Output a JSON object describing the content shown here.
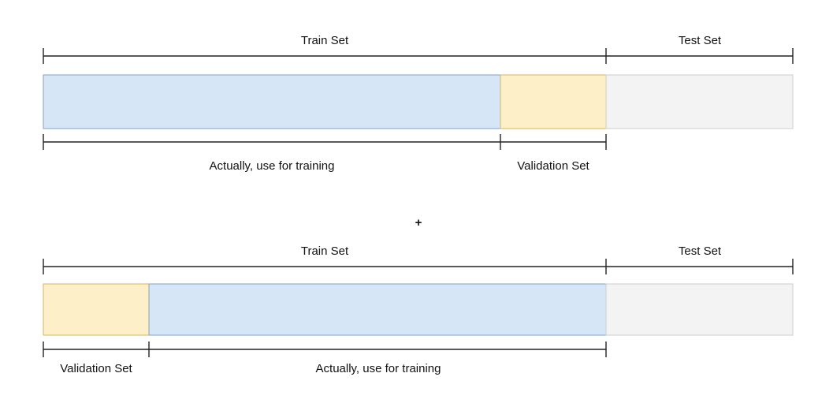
{
  "colors": {
    "train": "#d6e6f7",
    "train_border": "#7fa3c7",
    "validation": "#fdf0c8",
    "validation_border": "#d8b65a",
    "test": "#f3f3f3",
    "test_border": "#cccccc",
    "line": "#222222"
  },
  "top_split": {
    "header_train": "Train Set",
    "header_test": "Test Set",
    "sub_training": "Actually, use for training",
    "sub_validation": "Validation Set"
  },
  "operator": "+",
  "bottom_split": {
    "header_train": "Train Set",
    "header_test": "Test Set",
    "sub_validation": "Validation Set",
    "sub_training": "Actually, use for training"
  }
}
